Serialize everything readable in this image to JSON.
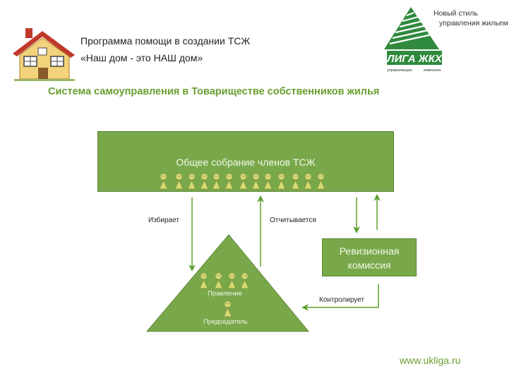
{
  "header": {
    "program_line1": "Программа помощи в создании ТСЖ",
    "program_line2": "«Наш дом - это НАШ дом»",
    "tagline_line1": "Новый стиль",
    "tagline_line2": "управления жильем",
    "logo_text": "ЛИГА ЖКХ",
    "logo_subtext_left": "управляющая",
    "logo_subtext_right": "компания"
  },
  "title": "Система самоуправления в Товариществе собственников жилья",
  "diagram": {
    "assembly_label": "Общее собрание членов ТСЖ",
    "elects_label": "Избирает",
    "reports_label": "Отчитывается",
    "audit_line1": "Ревизионная",
    "audit_line2": "комиссия",
    "controls_label": "Контролирует",
    "board_label": "Правление",
    "chair_label": "Председатель"
  },
  "footer": {
    "website": "www.ukliga.ru"
  },
  "colors": {
    "green": "#79a84a",
    "dark_green": "#5c8733",
    "title_green": "#6a9e2f",
    "arrow_green": "#5aa02c",
    "figure_yellow": "#d6dc74"
  }
}
